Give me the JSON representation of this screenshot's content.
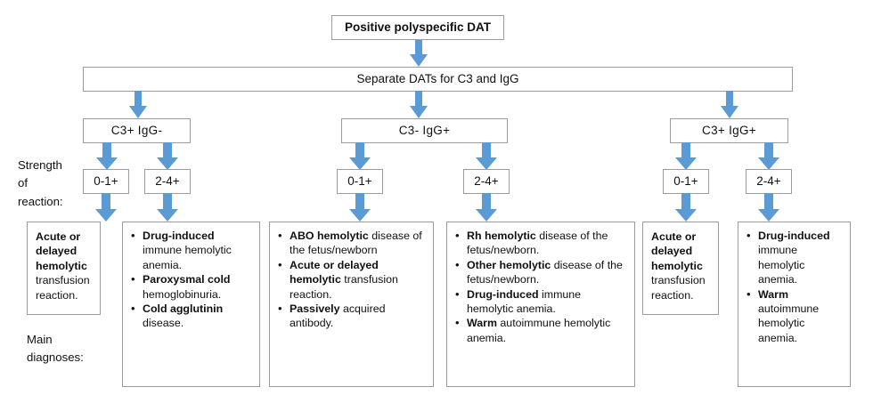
{
  "diagram": {
    "accent_color": "#5B9BD5",
    "border_color": "#9C9C9C",
    "background": "#FFFFFF",
    "root": {
      "label": "Positive polyspecific DAT"
    },
    "split": {
      "label": "Separate DATs for C3 and IgG"
    },
    "side_labels": {
      "strength": "Strength\nof\nreaction:",
      "main": "Main\ndiagnoses:"
    },
    "categories": [
      {
        "label": "C3+   IgG-"
      },
      {
        "label": "C3-   IgG+"
      },
      {
        "label": "C3+   IgG+"
      }
    ],
    "strengths": [
      {
        "label": "0-1+"
      },
      {
        "label": "2-4+"
      },
      {
        "label": "0-1+"
      },
      {
        "label": "2-4+"
      },
      {
        "label": "0-1+"
      },
      {
        "label": "2-4+"
      }
    ],
    "outcomes": [
      {
        "id": "c3pos-iggneg-0-1",
        "style": "plain",
        "lines": [
          {
            "bold": "Acute or delayed hemolytic",
            "rest": " transfusion reaction."
          }
        ]
      },
      {
        "id": "c3pos-iggneg-2-4",
        "style": "bullets",
        "items": [
          {
            "bold": "Drug-induced",
            "rest": " immune hemolytic anemia."
          },
          {
            "bold": "Paroxysmal cold",
            "rest": " hemoglobinuria."
          },
          {
            "bold": "Cold agglutinin",
            "rest": " disease."
          }
        ]
      },
      {
        "id": "c3neg-iggpos-0-1",
        "style": "bullets",
        "items": [
          {
            "bold": "ABO hemolytic",
            "rest": " disease of the fetus/newborn"
          },
          {
            "bold": "Acute or delayed hemolytic",
            "rest": " transfusion reaction."
          },
          {
            "bold": "Passively",
            "rest": " acquired antibody."
          }
        ]
      },
      {
        "id": "c3neg-iggpos-2-4",
        "style": "bullets",
        "items": [
          {
            "bold": "Rh hemolytic",
            "rest": " disease of the fetus/newborn."
          },
          {
            "bold": "Other hemolytic",
            "rest": " disease of the fetus/newborn."
          },
          {
            "bold": "Drug-induced",
            "rest": " immune hemolytic anemia."
          },
          {
            "bold": "Warm",
            "rest": " autoimmune hemolytic anemia."
          }
        ]
      },
      {
        "id": "c3pos-iggpos-0-1",
        "style": "plain",
        "lines": [
          {
            "bold": "Acute or delayed hemolytic",
            "rest": " transfusion reaction."
          }
        ]
      },
      {
        "id": "c3pos-iggpos-2-4",
        "style": "bullets",
        "items": [
          {
            "bold": "Drug-induced",
            "rest": " immune hemolytic anemia."
          },
          {
            "bold": "Warm",
            "rest": " autoimmune hemolytic anemia."
          }
        ]
      }
    ]
  }
}
